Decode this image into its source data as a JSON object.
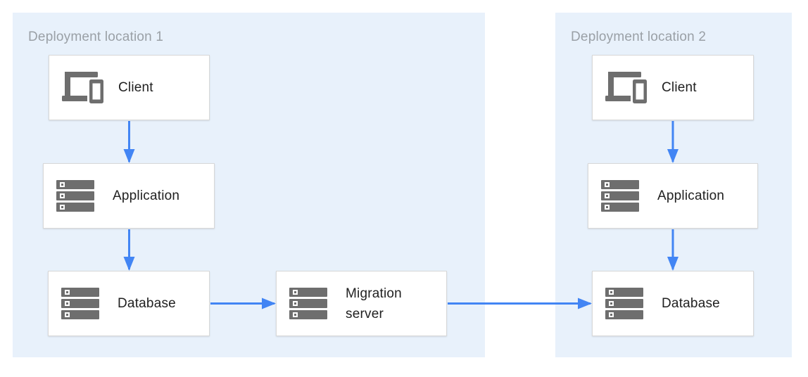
{
  "regions": {
    "r1": {
      "title": "Deployment location 1"
    },
    "r2": {
      "title": "Deployment location 2"
    }
  },
  "nodes": {
    "client1": {
      "label": "Client",
      "icon": "devices-icon"
    },
    "app1": {
      "label": "Application",
      "icon": "server-icon"
    },
    "db1": {
      "label": "Database",
      "icon": "server-icon"
    },
    "migration": {
      "label": "Migration server",
      "icon": "server-icon"
    },
    "client2": {
      "label": "Client",
      "icon": "devices-icon"
    },
    "app2": {
      "label": "Application",
      "icon": "server-icon"
    },
    "db2": {
      "label": "Database",
      "icon": "server-icon"
    }
  },
  "arrows": [
    {
      "from": "client1",
      "to": "app1"
    },
    {
      "from": "app1",
      "to": "db1"
    },
    {
      "from": "db1",
      "to": "migration"
    },
    {
      "from": "migration",
      "to": "db2"
    },
    {
      "from": "client2",
      "to": "app2"
    },
    {
      "from": "app2",
      "to": "db2"
    }
  ],
  "colors": {
    "region_background": "#E8F1FB",
    "arrow": "#4285F4",
    "icon_gray": "#6E6E6E",
    "node_border": "#D8D8D8",
    "node_background": "#FFFFFF",
    "region_title_text": "#9AA0A6",
    "node_label_text": "#212121",
    "page_background": "#FFFFFF"
  }
}
